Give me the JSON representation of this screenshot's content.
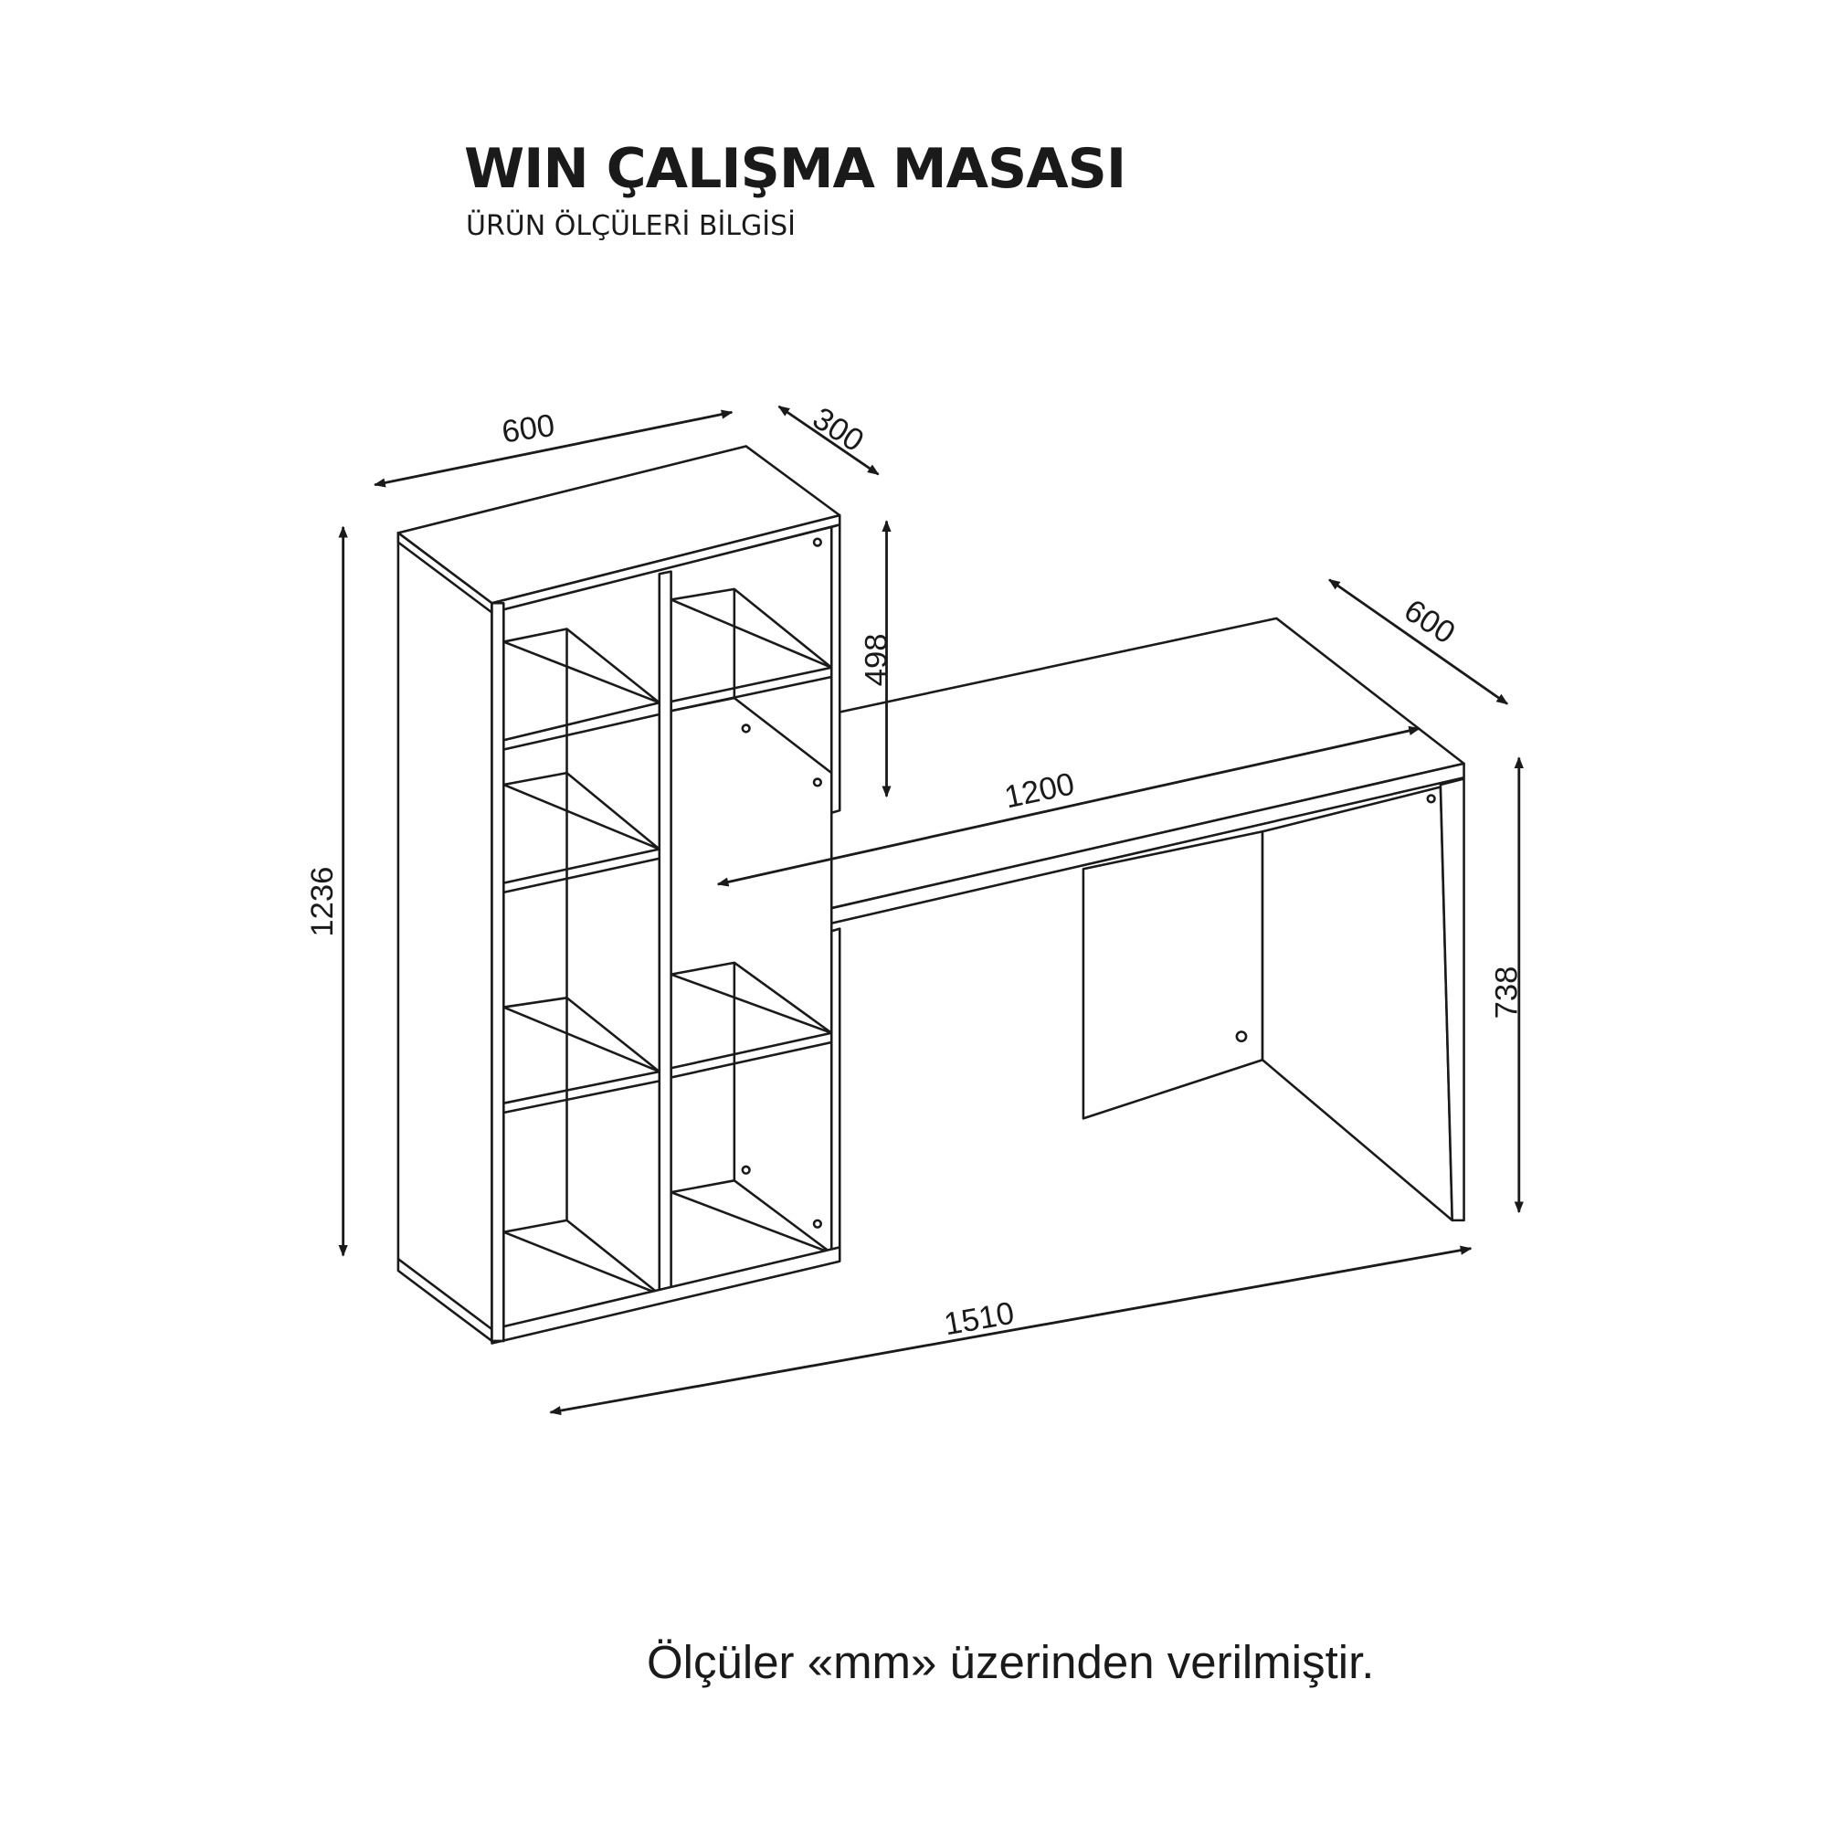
{
  "header": {
    "title": "WIN ÇALIŞMA MASASI",
    "subtitle": "ÜRÜN ÖLÇÜLERİ BİLGİSİ"
  },
  "dimensions": {
    "shelf_width": "600",
    "shelf_depth": "300",
    "total_height": "1236",
    "shelf_upper_height": "498",
    "desk_depth": "600",
    "desk_width": "1200",
    "desk_height": "738",
    "total_width": "1510"
  },
  "footer": {
    "note": "Ölçüler «mm» üzerinden verilmiştir."
  }
}
